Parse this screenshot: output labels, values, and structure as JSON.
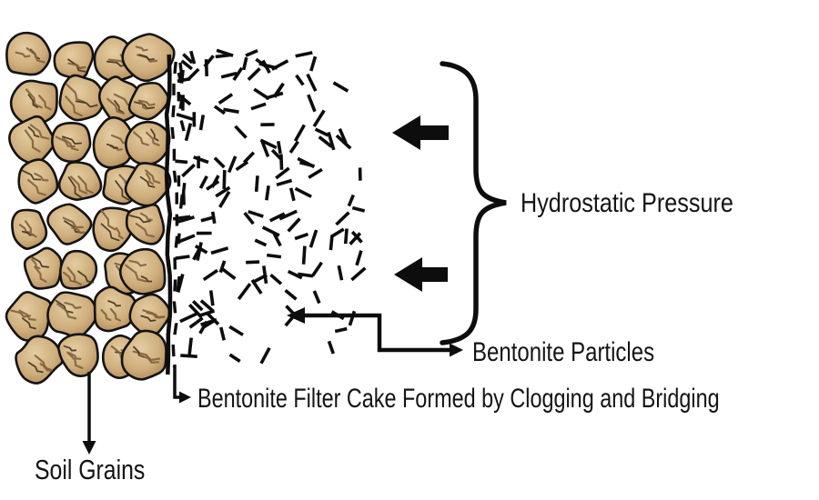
{
  "labels": {
    "hydrostatic_pressure": "Hydrostatic Pressure",
    "bentonite_particles": "Bentonite Particles",
    "bentonite_filter_cake": "Bentonite Filter Cake Formed by Clogging and Bridging",
    "soil_grains": "Soil Grains"
  },
  "graphics": {
    "background_color": "#ffffff",
    "ink_color": "#0d0d0d",
    "text_color": "#141414",
    "grain_light_color": "#e4cda2",
    "grain_base_color": "#cfae7c",
    "grain_dark_color": "#a37d4e",
    "grain_outline_color": "#131313",
    "grain_crease_dark": "#42331f",
    "grain_crease_mid": "#82613c",
    "dash_color": "#0d0d0d",
    "grain_count": 32,
    "bentonite_dash_count": 148
  }
}
